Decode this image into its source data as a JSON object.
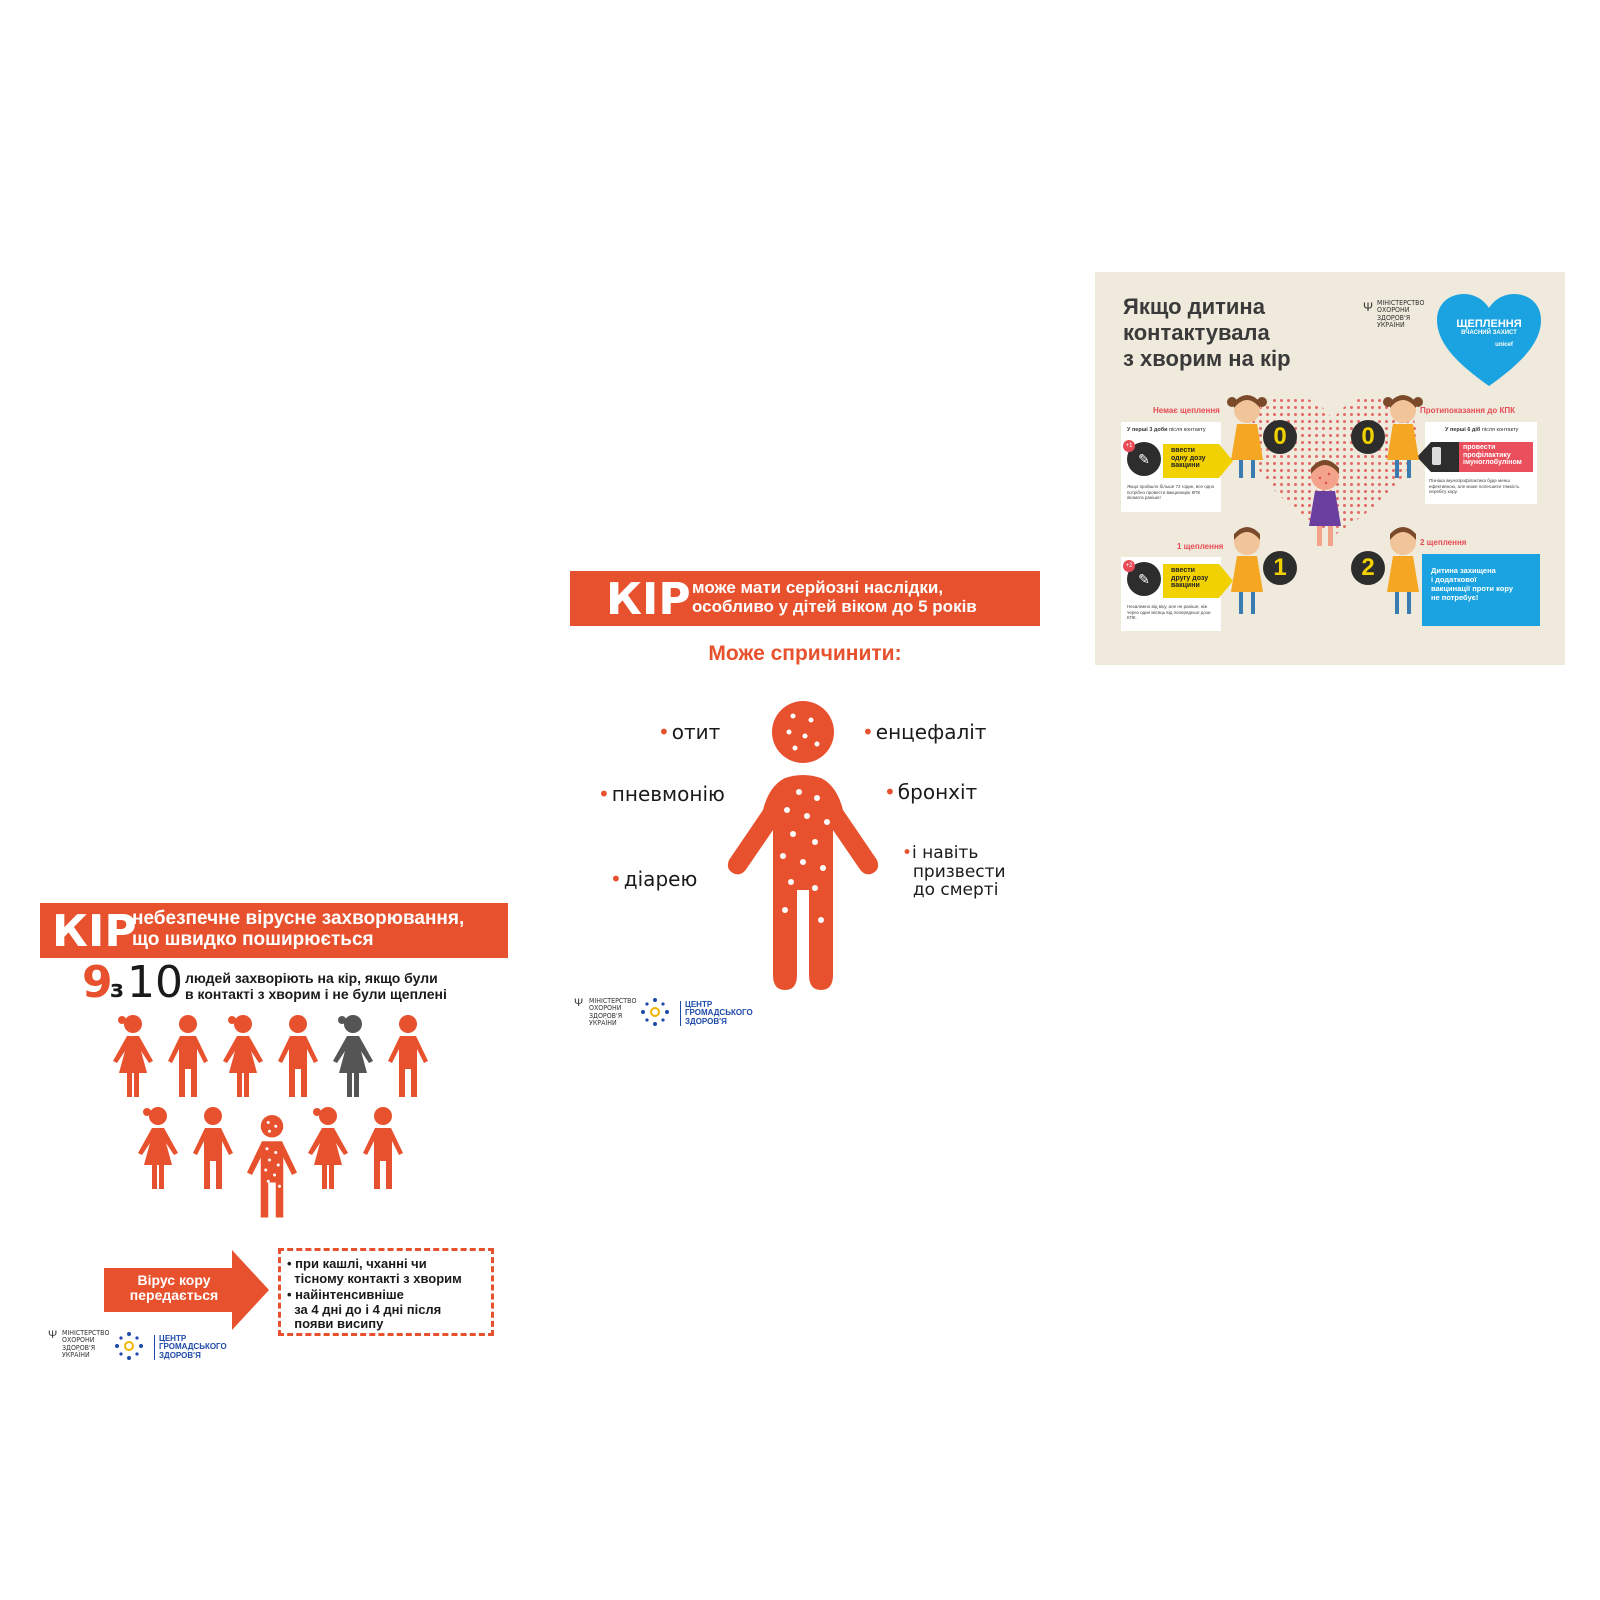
{
  "poster1": {
    "kir": "КІР",
    "banner_line1": "небезпечне вірусне захворювання,",
    "banner_line2": "що швидко поширюється",
    "stat_9": "9",
    "stat_z": "з",
    "stat_10": "10",
    "stat_text_line1": "людей захворіють на кір, якщо були",
    "stat_text_line2": "в контакті з хворим і не були щеплені",
    "arrow_line1": "Вірус кору",
    "arrow_line2": "передається",
    "point1_line1": "при кашлі, чханні чи",
    "point1_line2": "тісному контакті з хворим",
    "point2_line1": "найінтенсивніше",
    "point2_line2": "за 4 дні до і 4 дні після",
    "point2_line3": "появи висипу",
    "ministry_logo": [
      "МІНІСТЕРСТВО",
      "ОХОРОНИ",
      "ЗДОРОВ'Я",
      "УКРАЇНИ"
    ],
    "center_logo": [
      "ЦЕНТР",
      "ГРОМАДСЬКОГО",
      "ЗДОРОВ'Я"
    ]
  },
  "poster2": {
    "kir": "КІР",
    "banner_line1": "може мати серйозні наслідки,",
    "banner_line2": "особливо у дітей віком до 5 років",
    "subtitle": "Може спричинити:",
    "items": {
      "otit": "отит",
      "pneumonia": "пневмонію",
      "diarrhea": "діарею",
      "encephalitis": "енцефаліт",
      "bronchitis": "бронхіт",
      "death_line1": "і навіть",
      "death_line2": "призвести",
      "death_line3": "до смерті"
    },
    "ministry_logo": [
      "МІНІСТЕРСТВО",
      "ОХОРОНИ",
      "ЗДОРОВ'Я",
      "УКРАЇНИ"
    ],
    "center_logo": [
      "ЦЕНТР",
      "ГРОМАДСЬКОГО",
      "ЗДОРОВ'Я"
    ]
  },
  "poster3": {
    "title_line1": "Якщо дитина",
    "title_line2": "контактувала",
    "title_line3": "з хворим на кір",
    "ministry_logo": [
      "МІНІСТЕРСТВО",
      "ОХОРОНИ",
      "ЗДОРОВ'Я",
      "УКРАЇНИ"
    ],
    "heart_line1": "ЩЕПЛЕННЯ",
    "heart_line2": "ВЧАСНИЙ ЗАХИСТ",
    "unicef": "unicef",
    "no_vaccination": "Немає щеплення",
    "contraindications": "Протипоказання до КПК",
    "one_vaccination": "1 щеплення",
    "two_vaccinations": "2 щеплення",
    "first3_bold": "У перші 3 доби",
    "first3_rest": " після контакту",
    "first6_bold": "У перші 6 діб",
    "first6_rest": " після контакту",
    "dose1_label": "+1",
    "dose2_label": "+2",
    "dose1_line1": "ввести",
    "dose1_line2": "одну дозу",
    "dose1_line3": "вакцини",
    "dose2_line1": "ввести",
    "dose2_line2": "другу дозу",
    "dose2_line3": "вакцини",
    "immuno_line1": "провести",
    "immuno_line2": "профілактику",
    "immuno_line3": "імуноглобуліном",
    "note1": "Якщо пройшло більше 72 годин, все одно потрібно провести вакцинацію КПК якомога раніше!",
    "note2": "Пізніша імунопрофілактика буде менш ефективною, але може полегшити тяжкість перебігу кору.",
    "note3": "Незалежно від віку, але не раніше, ніж через один місяць від попередньої дози КПК.",
    "protected_line1": "Дитина захищена",
    "protected_line2": "і додаткової",
    "protected_line3": "вакцинації проти кору",
    "protected_line4": "не потребує!",
    "count_0a": "0",
    "count_0b": "0",
    "count_1": "1",
    "count_2": "2"
  },
  "colors": {
    "orange": "#e8512d",
    "grey_figure": "#555555",
    "beige": "#efeadb",
    "yellow": "#f2d100",
    "blue": "#1aa3e0",
    "pink": "#ea4f5d"
  }
}
